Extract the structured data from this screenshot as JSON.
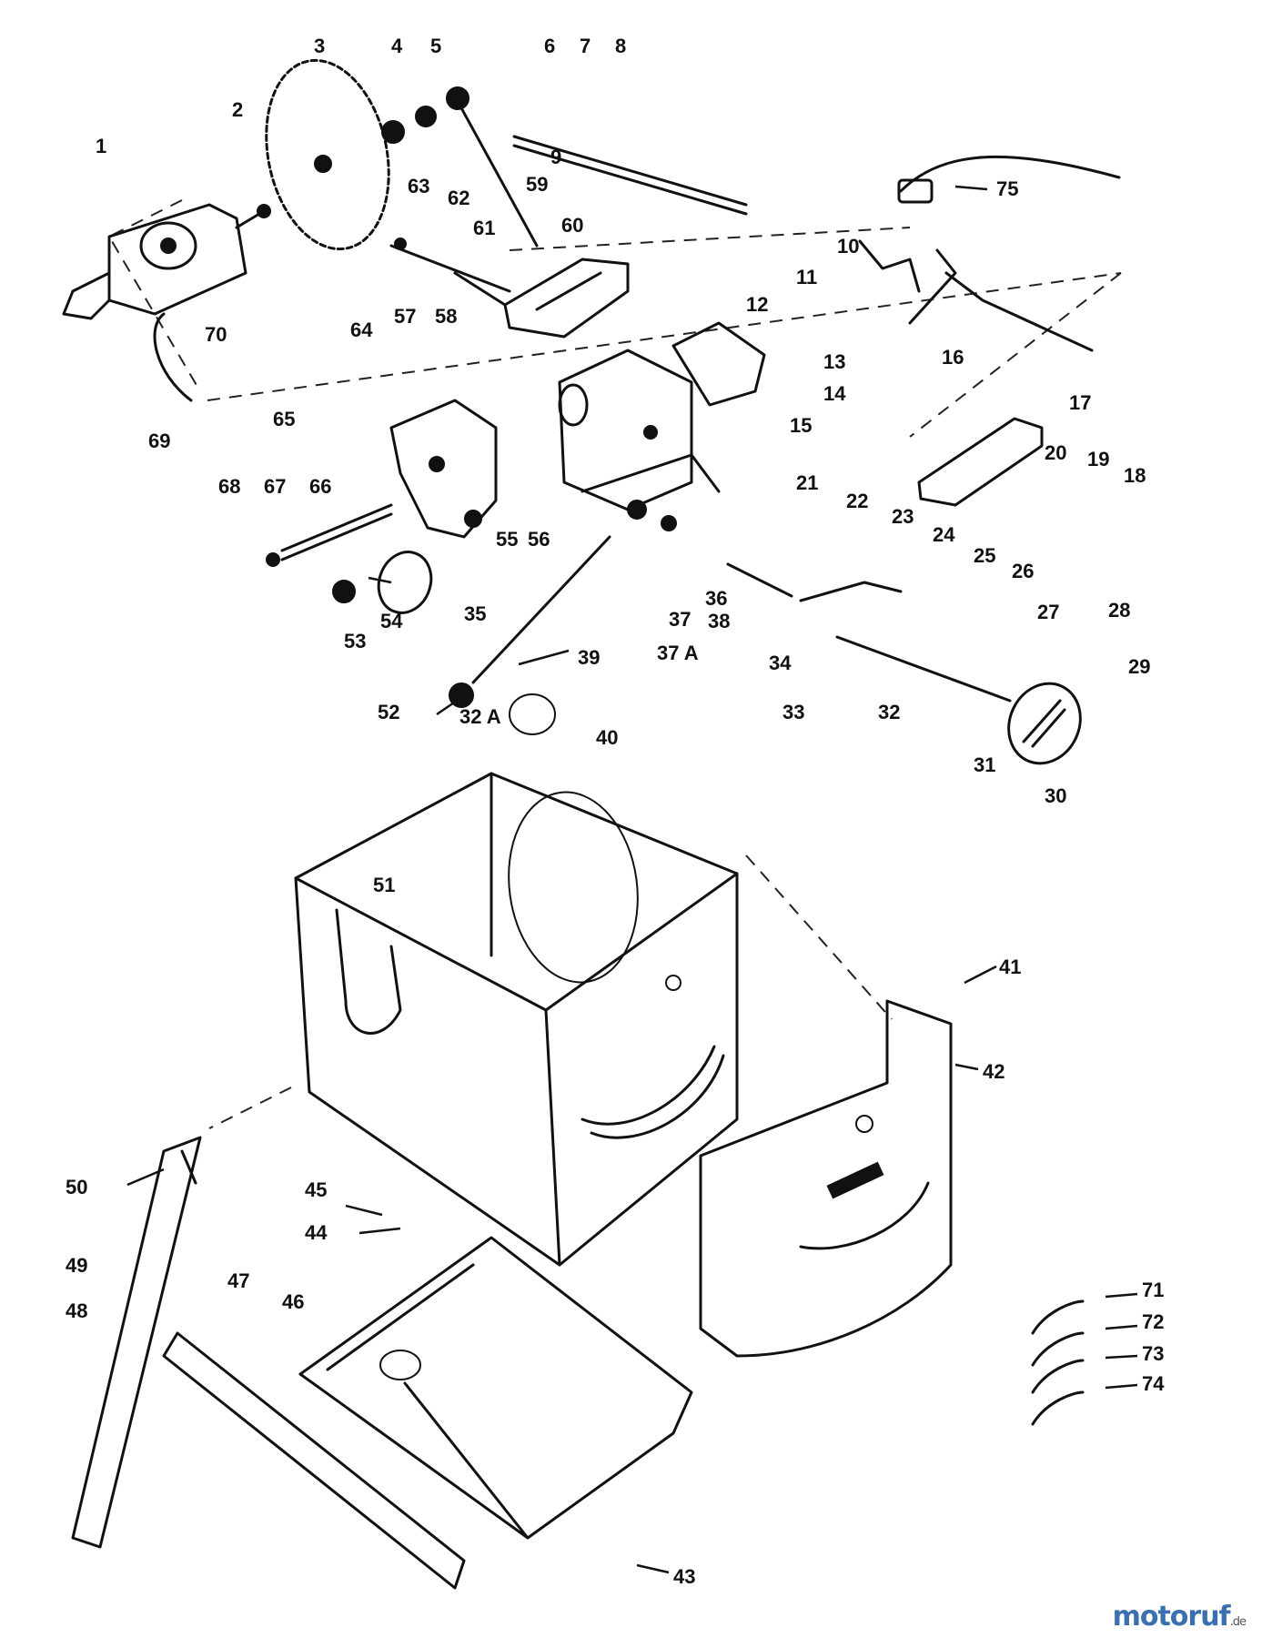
{
  "diagram": {
    "type": "exploded-parts-view",
    "callouts": {
      "c1": "1",
      "c2": "2",
      "c3": "3",
      "c4": "4",
      "c5": "5",
      "c6": "6",
      "c7": "7",
      "c8": "8",
      "c9": "9",
      "c10": "10",
      "c11": "11",
      "c12": "12",
      "c13": "13",
      "c14": "14",
      "c15": "15",
      "c16": "16",
      "c17": "17",
      "c18": "18",
      "c19": "19",
      "c20": "20",
      "c21": "21",
      "c22": "22",
      "c23": "23",
      "c24": "24",
      "c25": "25",
      "c26": "26",
      "c27": "27",
      "c28": "28",
      "c29": "29",
      "c30": "30",
      "c31": "31",
      "c32": "32",
      "c32a": "32 A",
      "c33": "33",
      "c34": "34",
      "c35": "35",
      "c36": "36",
      "c37": "37",
      "c37a": "37 A",
      "c38": "38",
      "c39": "39",
      "c40": "40",
      "c41": "41",
      "c42": "42",
      "c43": "43",
      "c44": "44",
      "c45": "45",
      "c46": "46",
      "c47": "47",
      "c48": "48",
      "c49": "49",
      "c50": "50",
      "c51": "51",
      "c52": "52",
      "c53": "53",
      "c54": "54",
      "c55": "55",
      "c56": "56",
      "c57": "57",
      "c58": "58",
      "c59": "59",
      "c60": "60",
      "c61": "61",
      "c62": "62",
      "c63": "63",
      "c64": "64",
      "c65": "65",
      "c66": "66",
      "c67": "67",
      "c68": "68",
      "c69": "69",
      "c70": "70",
      "c71": "71",
      "c72": "72",
      "c73": "73",
      "c74": "74",
      "c75": "75"
    }
  },
  "watermark": {
    "brand": "motoruf",
    "tld": ".de"
  }
}
